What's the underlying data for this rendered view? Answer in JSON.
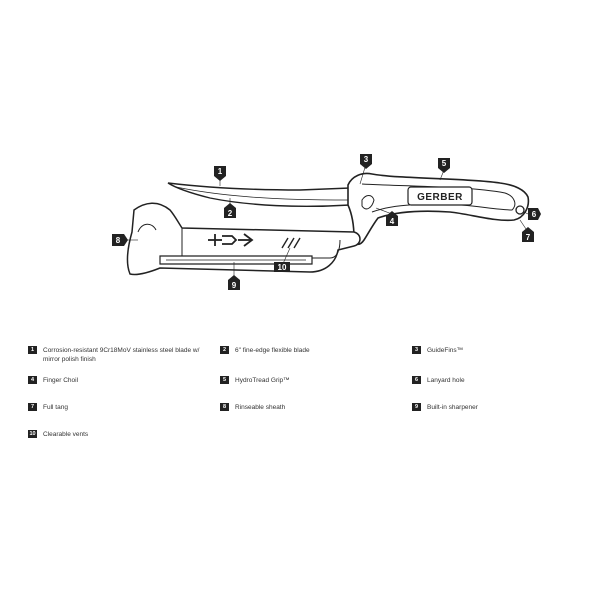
{
  "diagram": {
    "brand": "GERBER",
    "callouts": [
      {
        "num": "1"
      },
      {
        "num": "2"
      },
      {
        "num": "3"
      },
      {
        "num": "4"
      },
      {
        "num": "5"
      },
      {
        "num": "6"
      },
      {
        "num": "7"
      },
      {
        "num": "8"
      },
      {
        "num": "9"
      },
      {
        "num": "10"
      }
    ]
  },
  "legend": [
    {
      "num": "1",
      "text": "Corrosion-resistant 9Cr18MoV stainless steel blade w/ mirror polish finish"
    },
    {
      "num": "2",
      "text": "6\" fine-edge flexible blade"
    },
    {
      "num": "3",
      "text": "GuideFins™"
    },
    {
      "num": "4",
      "text": "Finger Choil"
    },
    {
      "num": "5",
      "text": "HydroTread Grip™"
    },
    {
      "num": "6",
      "text": "Lanyard hole"
    },
    {
      "num": "7",
      "text": "Full tang"
    },
    {
      "num": "8",
      "text": "Rinseable sheath"
    },
    {
      "num": "9",
      "text": "Built-in sharpener"
    },
    {
      "num": "10",
      "text": "Clearable vents"
    }
  ]
}
